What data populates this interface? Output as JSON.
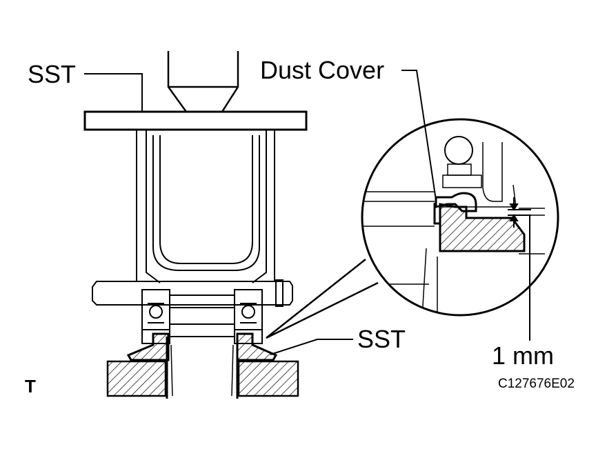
{
  "labels": {
    "sst_top": "SST",
    "dust_cover": "Dust Cover",
    "sst_right": "SST",
    "clearance": "1 mm",
    "corner_mark": "T",
    "figure_code": "C127676E02"
  },
  "colors": {
    "line": "#000000",
    "background": "#ffffff"
  }
}
